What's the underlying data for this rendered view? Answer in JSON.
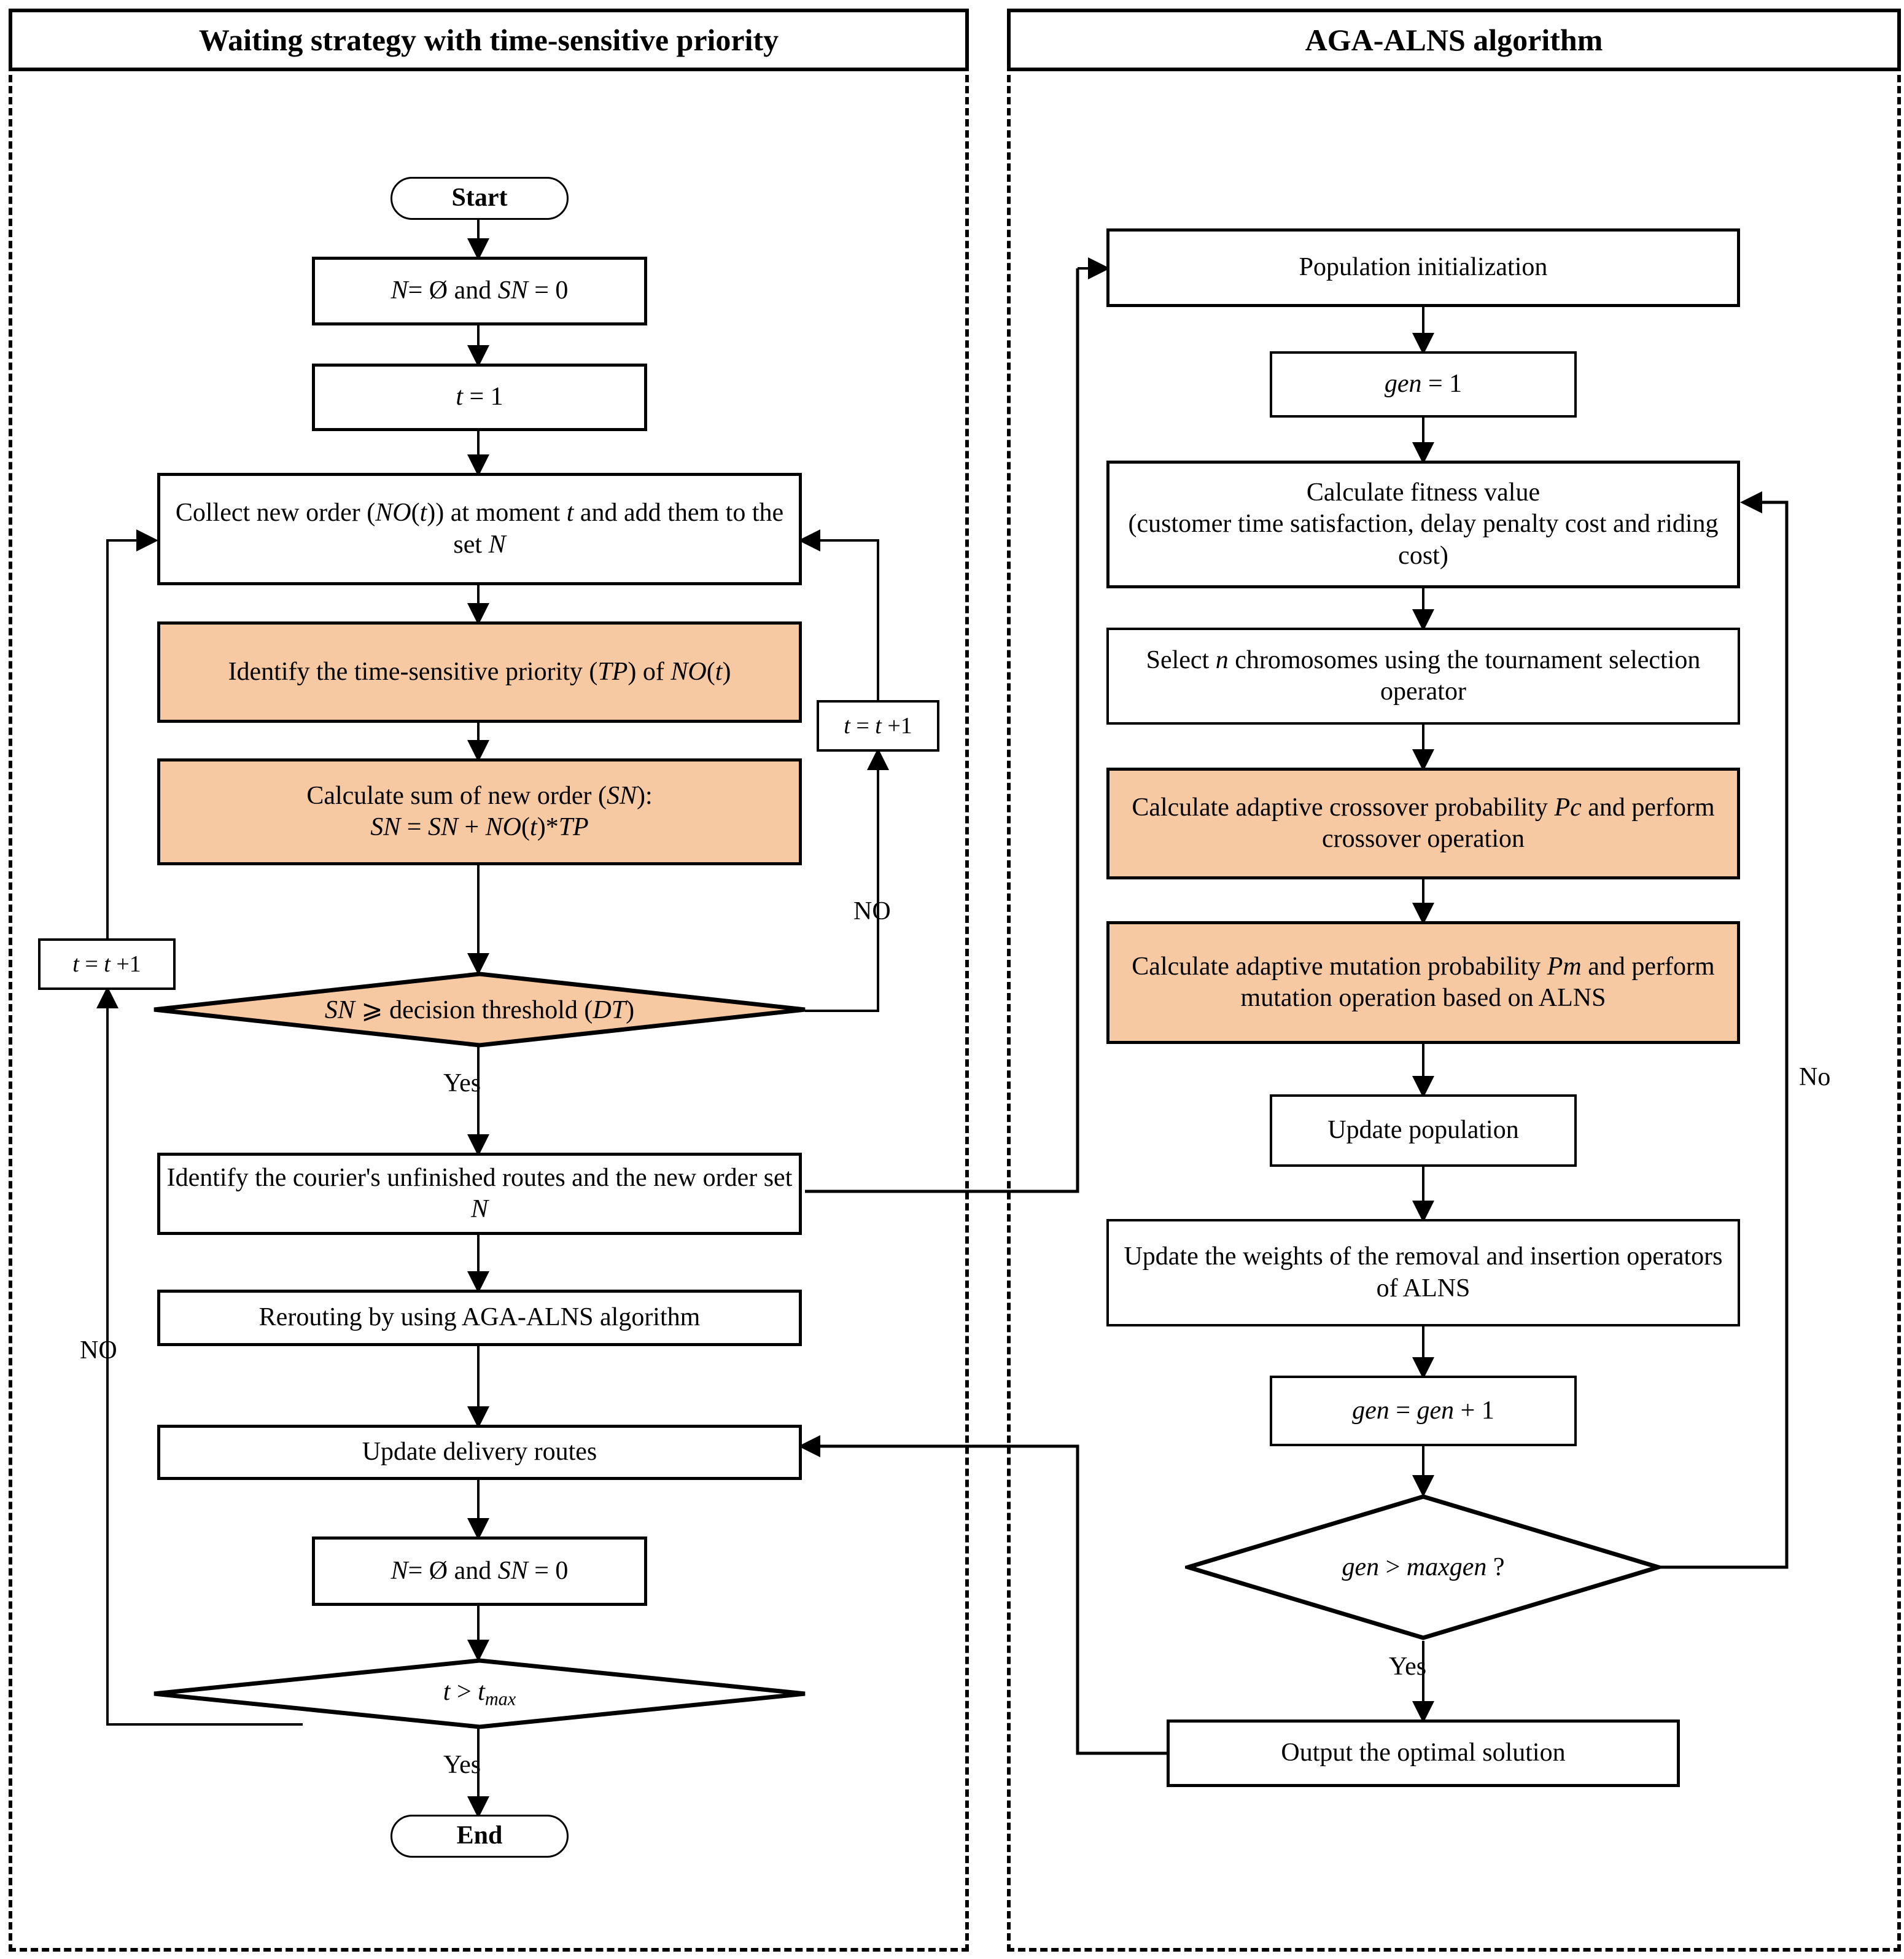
{
  "panels": {
    "left": {
      "title": "Waiting strategy with time-sensitive priority"
    },
    "right": {
      "title": "AGA-ALNS algorithm"
    }
  },
  "colors": {
    "highlight_fill": "#F7C9A3",
    "stroke": "#000000",
    "background": "#FFFFFF"
  },
  "left_flow": {
    "nodes": [
      {
        "id": "start",
        "shape": "terminator",
        "label": "Start",
        "highlight": false
      },
      {
        "id": "init",
        "shape": "process",
        "label": "N= Ø and SN = 0",
        "highlight": false
      },
      {
        "id": "t1",
        "shape": "process",
        "label": "t = 1",
        "highlight": false
      },
      {
        "id": "collect",
        "shape": "process",
        "label": "Collect new order (NO(t)) at moment t and add them to the set N",
        "highlight": false
      },
      {
        "id": "identify_tp",
        "shape": "process",
        "label": "Identify the time-sensitive priority (TP) of NO(t)",
        "highlight": true
      },
      {
        "id": "calc_sn",
        "shape": "process",
        "label": "Calculate sum of new order (SN): SN = SN + NO(t)*TP",
        "highlight": true
      },
      {
        "id": "dec_sn",
        "shape": "decision",
        "label": "SN ⩾ decision threshold (DT)",
        "highlight": true
      },
      {
        "id": "identify_rt",
        "shape": "process",
        "label": "Identify the courier's unfinished routes and the new order set N",
        "highlight": false
      },
      {
        "id": "reroute",
        "shape": "process",
        "label": "Rerouting by using AGA-ALNS algorithm",
        "highlight": false
      },
      {
        "id": "update_routes",
        "shape": "process",
        "label": "Update delivery routes",
        "highlight": false
      },
      {
        "id": "reset",
        "shape": "process",
        "label": "N= Ø and SN = 0",
        "highlight": false
      },
      {
        "id": "dec_tmax",
        "shape": "decision",
        "label": "t > tmax",
        "highlight": false
      },
      {
        "id": "end",
        "shape": "terminator",
        "label": "End",
        "highlight": false
      },
      {
        "id": "tplus1_right",
        "shape": "process",
        "label": "t = t +1",
        "highlight": false
      },
      {
        "id": "tplus1_left",
        "shape": "process",
        "label": "t = t +1",
        "highlight": false
      }
    ],
    "edge_labels": {
      "dec_sn_no": "NO",
      "dec_sn_yes": "Yes",
      "dec_tmax_no": "NO",
      "dec_tmax_yes": "Yes"
    }
  },
  "right_flow": {
    "nodes": [
      {
        "id": "pop_init",
        "shape": "process",
        "label": "Population initialization",
        "highlight": false
      },
      {
        "id": "gen1",
        "shape": "process",
        "label": "gen = 1",
        "highlight": false
      },
      {
        "id": "fitness",
        "shape": "process",
        "label": "Calculate fitness value (customer time satisfaction, delay penalty cost and riding cost)",
        "highlight": false
      },
      {
        "id": "select",
        "shape": "process",
        "label": "Select n chromosomes using the tournament selection operator",
        "highlight": false
      },
      {
        "id": "crossover",
        "shape": "process",
        "label": "Calculate adaptive crossover probability Pc and perform crossover operation",
        "highlight": true
      },
      {
        "id": "mutation",
        "shape": "process",
        "label": "Calculate adaptive mutation probability Pm and perform mutation operation based on ALNS",
        "highlight": true
      },
      {
        "id": "update_pop",
        "shape": "process",
        "label": "Update population",
        "highlight": false
      },
      {
        "id": "update_w",
        "shape": "process",
        "label": "Update the weights of the removal and insertion operators of ALNS",
        "highlight": false
      },
      {
        "id": "gen_inc",
        "shape": "process",
        "label": "gen = gen + 1",
        "highlight": false
      },
      {
        "id": "dec_gen",
        "shape": "decision",
        "label": "gen > maxgen ?",
        "highlight": false
      },
      {
        "id": "output",
        "shape": "process",
        "label": "Output the optimal solution",
        "highlight": false
      }
    ],
    "edge_labels": {
      "dec_gen_no": "No",
      "dec_gen_yes": "Yes"
    }
  }
}
